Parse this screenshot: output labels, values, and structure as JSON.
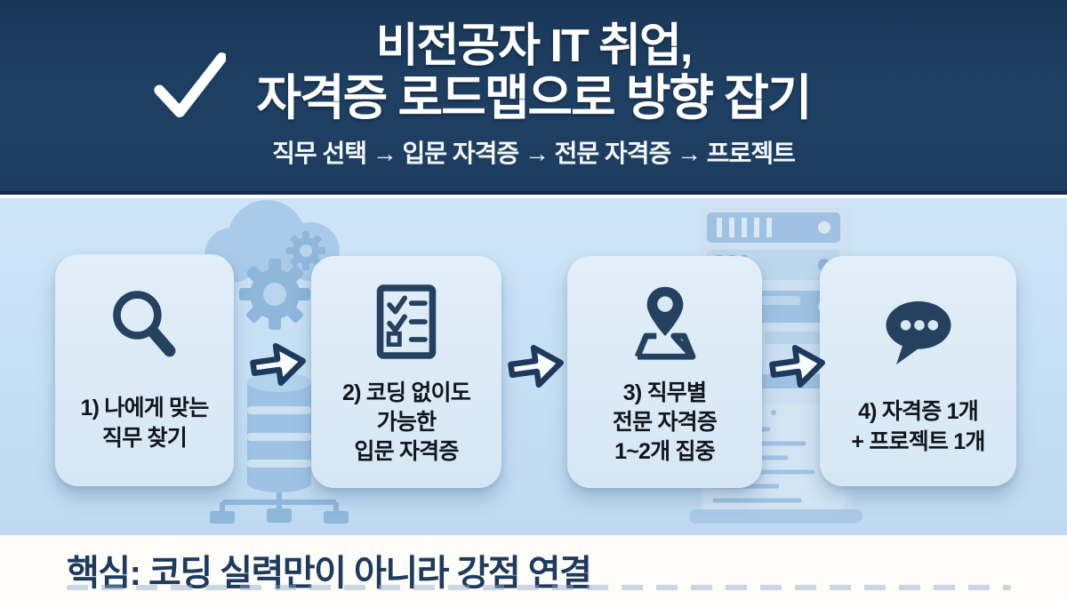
{
  "header": {
    "check_icon": "check-icon",
    "title_line1": "비전공자 IT 취업,",
    "title_line2": "자격증 로드맵으로 방향 잡기",
    "subtitle": "직무 선택 → 입문 자격증 → 전문 자격증 → 프로젝트"
  },
  "roadmap": {
    "steps": [
      {
        "icon": "magnifier-icon",
        "lines": [
          "1) 나에게 맞는",
          "직무 찾기"
        ]
      },
      {
        "icon": "checklist-icon",
        "lines": [
          "2) 코딩 없이도",
          "가능한",
          "입문 자격증"
        ]
      },
      {
        "icon": "map-pin-icon",
        "lines": [
          "3) 직무별",
          "전문 자격증",
          "1~2개 집중"
        ]
      },
      {
        "icon": "speech-bubble-icon",
        "lines": [
          "4) 자격증 1개",
          "+ 프로젝트 1개"
        ]
      }
    ],
    "connector_icon": "arrow-right-icon",
    "decorations": [
      "cloud",
      "gears",
      "database-cylinder",
      "network-nodes",
      "server-rack",
      "laptop"
    ]
  },
  "footer": {
    "key_message": "핵심: 코딩 실력만이 아니라 강점 연결"
  },
  "colors": {
    "header_bg": "#1e3f63",
    "body_bg": "#c8e0f4",
    "card_bg": "#dcebf7",
    "accent_navy": "#24415f",
    "card_text": "#10161d",
    "footer_text": "#1e3a5c",
    "decoration_blue": "#9dc2e4",
    "arrow_fill": "#f8fcff"
  }
}
